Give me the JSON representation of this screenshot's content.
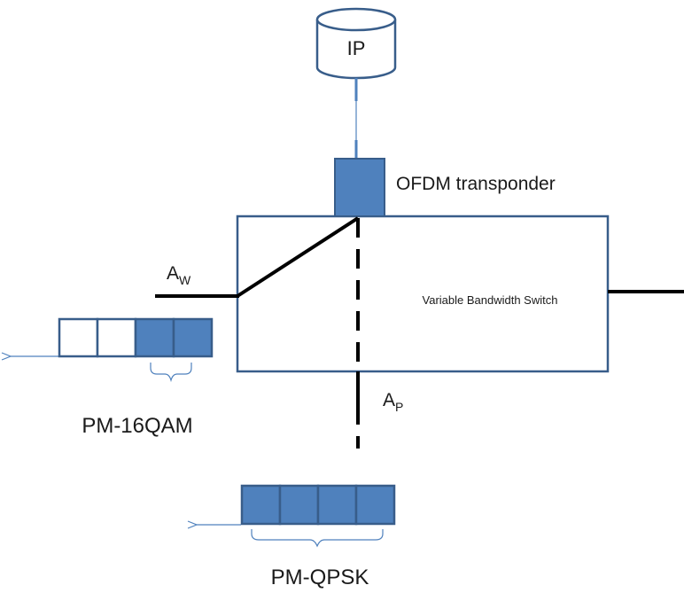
{
  "ip_database": {
    "label": "IP"
  },
  "transponder": {
    "label": "OFDM transponder"
  },
  "switch": {
    "label": "Variable Bandwidth Switch"
  },
  "ports": {
    "working": {
      "label": "A",
      "subscript": "W"
    },
    "protection": {
      "label": "A",
      "subscript": "P"
    }
  },
  "modulations": [
    {
      "label": "PM-16QAM",
      "slots_total": 4,
      "slots_filled": 2
    },
    {
      "label": "PM-QPSK",
      "slots_total": 4,
      "slots_filled": 4
    }
  ],
  "colors": {
    "fill_blue": "#4f81bd",
    "stroke_blue": "#385d8a",
    "line": "#000000",
    "arrow": "#4f81bd"
  }
}
